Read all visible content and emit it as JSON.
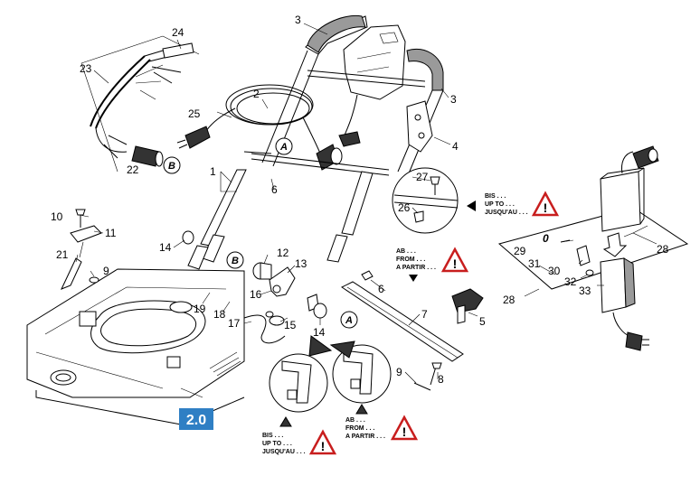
{
  "parts": [
    {
      "key": "p3a",
      "label": "3"
    },
    {
      "key": "p24",
      "label": "24"
    },
    {
      "key": "p23",
      "label": "23"
    },
    {
      "key": "p2",
      "label": "2"
    },
    {
      "key": "p3b",
      "label": "3"
    },
    {
      "key": "p25",
      "label": "25"
    },
    {
      "key": "p4",
      "label": "4"
    },
    {
      "key": "p22",
      "label": "22"
    },
    {
      "key": "p1",
      "label": "1"
    },
    {
      "key": "p6a",
      "label": "6"
    },
    {
      "key": "p27",
      "label": "27"
    },
    {
      "key": "p26",
      "label": "26"
    },
    {
      "key": "p10",
      "label": "10"
    },
    {
      "key": "p11",
      "label": "11"
    },
    {
      "key": "p14a",
      "label": "14"
    },
    {
      "key": "p12",
      "label": "12"
    },
    {
      "key": "p13",
      "label": "13"
    },
    {
      "key": "p21",
      "label": "21"
    },
    {
      "key": "p9a",
      "label": "9"
    },
    {
      "key": "p29",
      "label": "29"
    },
    {
      "key": "p28a",
      "label": "28"
    },
    {
      "key": "p31",
      "label": "31"
    },
    {
      "key": "p30",
      "label": "30"
    },
    {
      "key": "p32",
      "label": "32"
    },
    {
      "key": "p33",
      "label": "33"
    },
    {
      "key": "p28b",
      "label": "28"
    },
    {
      "key": "p6b",
      "label": "6"
    },
    {
      "key": "p7",
      "label": "7"
    },
    {
      "key": "p5",
      "label": "5"
    },
    {
      "key": "p16",
      "label": "16"
    },
    {
      "key": "p19",
      "label": "19"
    },
    {
      "key": "p18",
      "label": "18"
    },
    {
      "key": "p17",
      "label": "17"
    },
    {
      "key": "p15",
      "label": "15"
    },
    {
      "key": "p14b",
      "label": "14"
    },
    {
      "key": "p9b",
      "label": "9"
    },
    {
      "key": "p8",
      "label": "8"
    },
    {
      "key": "p0",
      "label": "0"
    }
  ],
  "callout_letters": {
    "a1": "A",
    "a2": "A",
    "b1": "B",
    "b2": "B"
  },
  "warnings": [
    {
      "key": "w1",
      "lines": [
        "BIS . . .",
        "UP TO . . .",
        "JUSQU'AU . . ."
      ]
    },
    {
      "key": "w2",
      "lines": [
        "AB . . .",
        "FROM . . .",
        "A PARTIR . . ."
      ]
    },
    {
      "key": "w3",
      "lines": [
        "BIS . . .",
        "UP TO . . .",
        "JUSQU'AU . . ."
      ]
    },
    {
      "key": "w4",
      "lines": [
        "AB . . .",
        "FROM . . .",
        "A PARTIR . . ."
      ]
    }
  ],
  "badge": {
    "label": "2.0",
    "color": "#2f7fc4"
  }
}
